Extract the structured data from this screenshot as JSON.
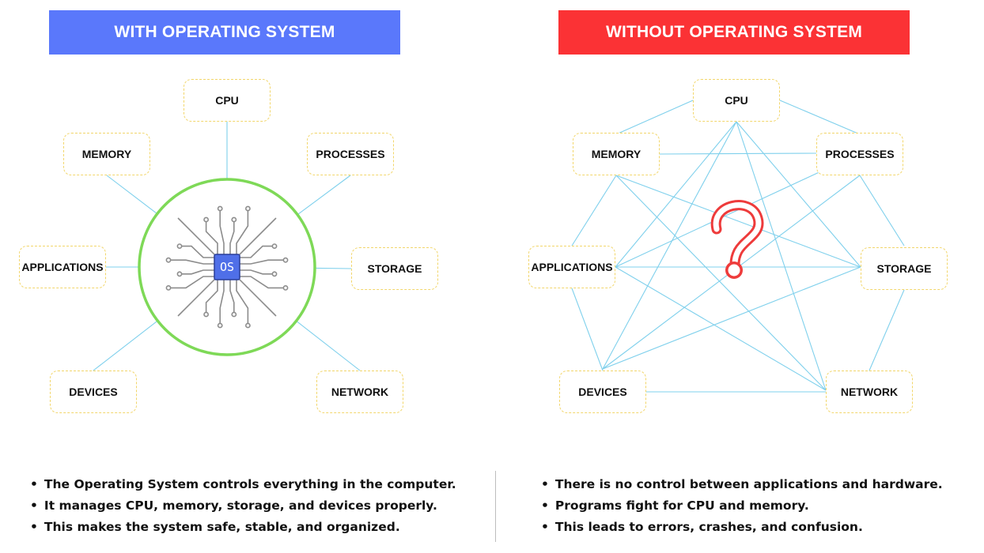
{
  "colors": {
    "left_banner": "#5a78fb",
    "right_banner": "#fb3235",
    "link": "#7fd0ec",
    "os_ring": "#7ed957",
    "question": "#ee3b3b",
    "chip": "#4f6fe8",
    "circuit": "#8c8c8c"
  },
  "icons": [
    "os-chip-icon",
    "question-mark-icon"
  ],
  "left": {
    "title": "WITH OPERATING SYSTEM",
    "chip_label": "OS",
    "nodes": {
      "cpu": "CPU",
      "memory": "MEMORY",
      "processes": "PROCESSES",
      "applications": "APPLICATIONS",
      "storage": "STORAGE",
      "devices": "DEVICES",
      "network": "NETWORK"
    },
    "notes": [
      "The Operating System controls everything in the computer.",
      "It manages CPU, memory, storage, and devices properly.",
      "This makes the system safe, stable, and organized."
    ]
  },
  "right": {
    "title": "WITHOUT OPERATING SYSTEM",
    "nodes": {
      "cpu": "CPU",
      "memory": "MEMORY",
      "processes": "PROCESSES",
      "applications": "APPLICATIONS",
      "storage": "STORAGE",
      "devices": "DEVICES",
      "network": "NETWORK"
    },
    "notes": [
      "There is no control between applications and hardware.",
      "Programs fight for CPU and memory.",
      "This leads to errors, crashes, and confusion."
    ]
  }
}
